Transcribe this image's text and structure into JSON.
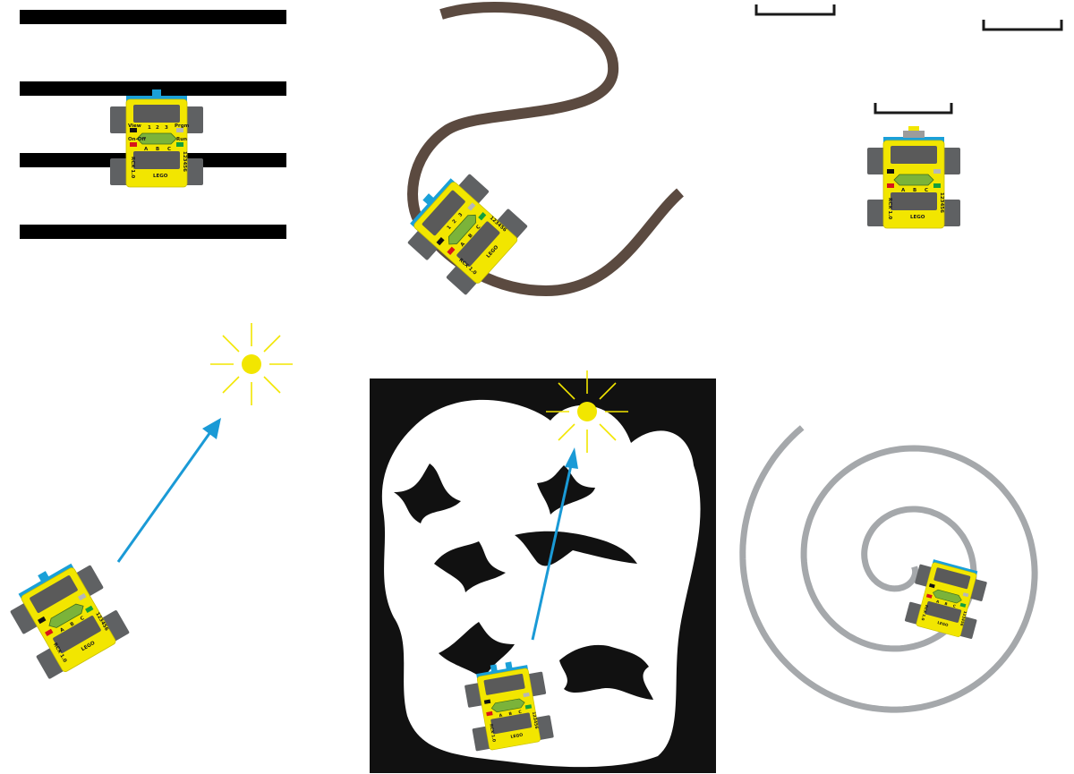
{
  "colors": {
    "robot_body": "#f2e600",
    "robot_tread": "#5f6163",
    "robot_dark": "#5a5a5a",
    "robot_display": "#7bb33a",
    "sensor": "#1aa0d8",
    "line": "#000000",
    "brown_path": "#5b4a40",
    "sun": "#f2e600",
    "arrow": "#1a9ad6",
    "spiral": "#a5a8ab",
    "maze_bg": "#111111"
  },
  "robot": {
    "brand": "LEGO",
    "model": "RCX 1.0",
    "serial": "123456",
    "btn_view": "View",
    "btn_onoff": "On-Off",
    "btn_prgm": "Prgm",
    "btn_run": "Run",
    "ports_top": [
      "1",
      "2",
      "3"
    ],
    "ports_bottom": [
      "A",
      "B",
      "C"
    ]
  },
  "panels": [
    {
      "id": "line-follower",
      "icon": "parallel-lines-icon"
    },
    {
      "id": "path-follower",
      "icon": "curvy-path-icon"
    },
    {
      "id": "bumper-walls",
      "icon": "wall-bracket-icon"
    },
    {
      "id": "light-seeker",
      "icon": "sun-icon"
    },
    {
      "id": "maze-light-seeker",
      "icon": "maze-icon"
    },
    {
      "id": "spiral-follower",
      "icon": "spiral-icon"
    }
  ]
}
